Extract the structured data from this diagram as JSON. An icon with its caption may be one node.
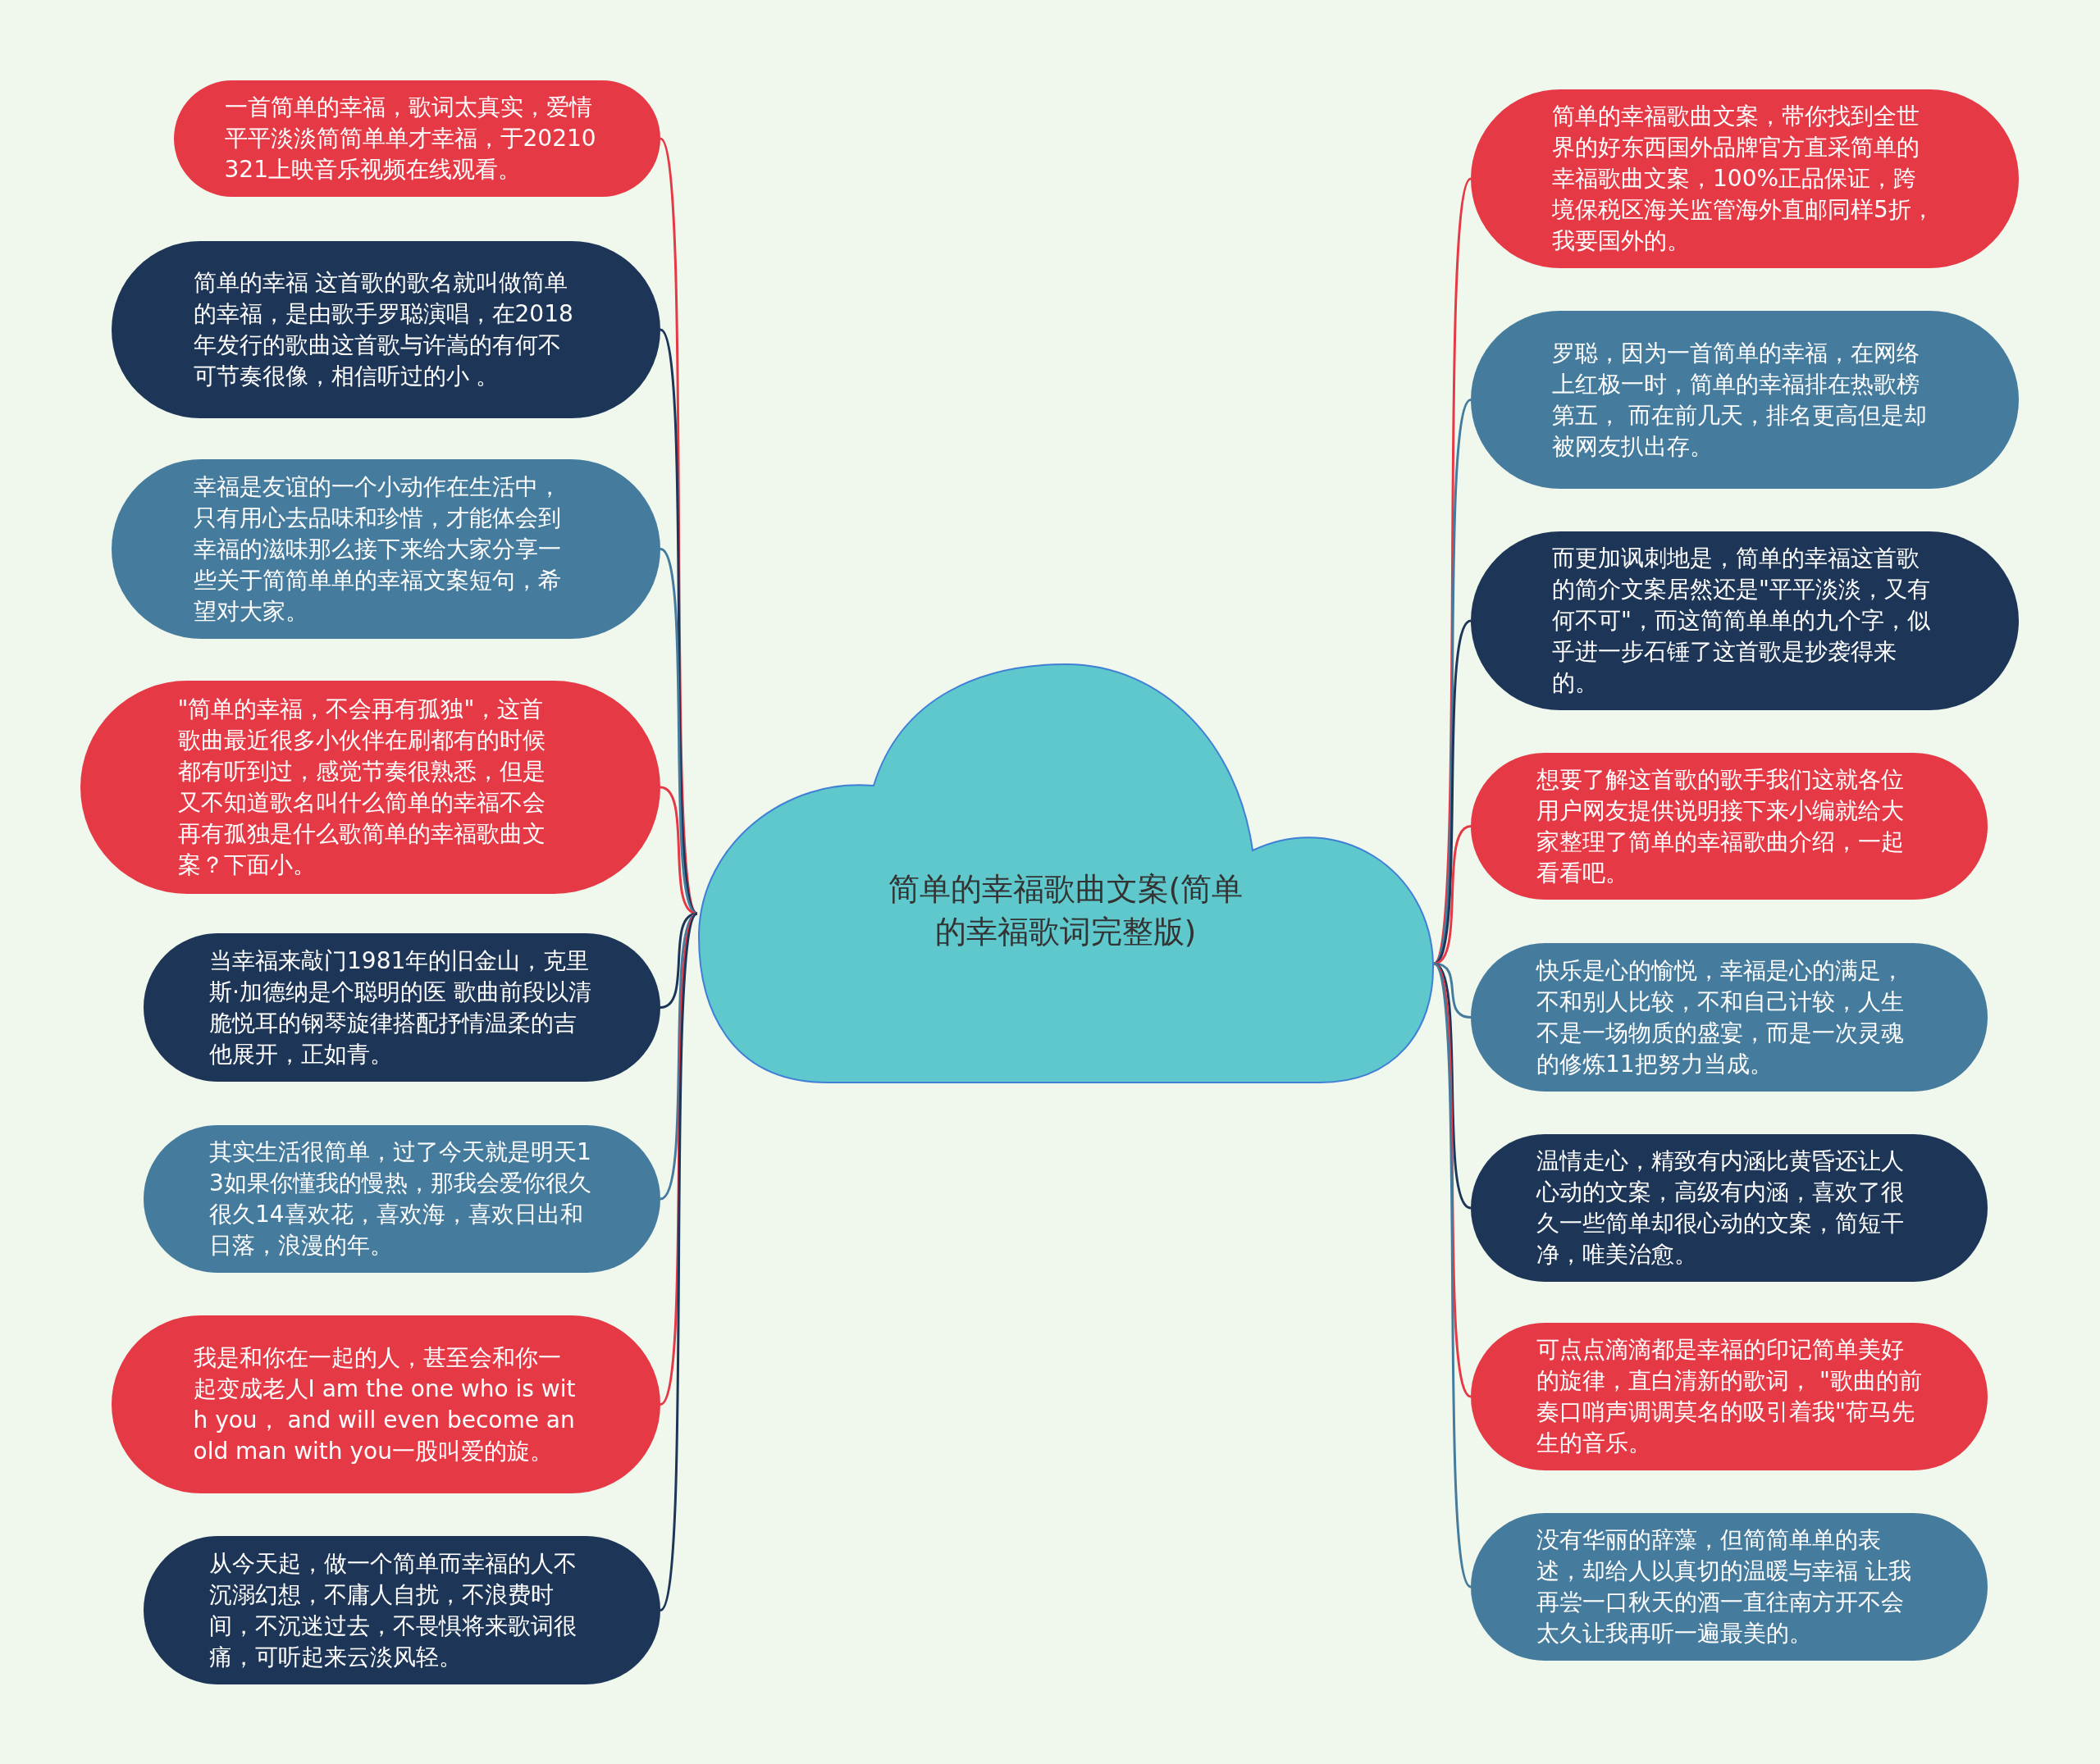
{
  "diagram": {
    "nodes": [
      {
        "text": [
          "简单的幸福歌曲文案(简单的幸福歌词完整版)"
        ]
      },
      {
        "text": [
          "一首简单的幸福，歌词太真实，爱情平平淡淡简简单单才幸福，于20210321上映音乐视频在线观看。"
        ]
      },
      {
        "text": [
          "简单的幸福 这首歌的歌名就叫做简单的幸福，是由歌手罗聪演唱，在2018年发行的歌曲这首歌与许嵩的有何不可节奏很像，相信听过的小 。"
        ]
      },
      {
        "text": [
          "幸福是友谊的一个小动作在生活中，只有用心去品味和珍惜，才能体会到幸福的滋味那么接下来给大家分享一些关于简简单单的幸福文案短句，希望对大家。"
        ]
      },
      {
        "text": [
          "\"简单的幸福，不会再有孤独\"，这首歌曲最近很多小伙伴在刷都有的时候都有听到过，感觉节奏很熟悉，但是又不知道歌名叫什么简单的幸福不会再有孤独是什么歌简单的幸福歌曲文案？下面小。"
        ]
      },
      {
        "text": [
          "当幸福来敲门1981年的旧金山，克里斯·加德纳是个聪明的医 歌曲前段以清脆悦耳的钢琴旋律搭配抒情温柔的吉他展开，正如青。"
        ]
      },
      {
        "text": [
          "其实生活很简单，过了今天就是明天13如果你懂我的慢热，那我会爱你很久很久14喜欢花，喜欢海，喜欢日出和日落，浪漫的年。"
        ]
      },
      {
        "text": [
          "我是和你在一起的人，甚至会和你一起变成老人I am the one who is  with you， and will even become an old man with you一股叫爱的旋。"
        ]
      },
      {
        "text": [
          "从今天起，做一个简单而幸福的人不沉溺幻想，不庸人自扰，不浪费时间，不沉迷过去，不畏惧将来歌词很痛，可听起来云淡风轻。"
        ]
      },
      {
        "text": [
          "简单的幸福歌曲文案，带你找到全世界的好东西国外品牌官方直采简单的幸福歌曲文案，100%正品保证，跨境保税区海关监管海外直邮同样5折，我要国外的。"
        ]
      },
      {
        "text": [
          "罗聪，因为一首简单的幸福，在网络上红极一时，简单的幸福排在热歌榜第五， 而在前几天，排名更高但是却被网友扒出存。"
        ]
      },
      {
        "text": [
          "而更加讽刺地是，简单的幸福这首歌的简介文案居然还是\"平平淡淡，又有何不可\"，而这简简单单的九个字，似乎进一步石锤了这首歌是抄袭得来的。"
        ]
      },
      {
        "text": [
          "想要了解这首歌的歌手我们这就各位用户网友提供说明接下来小编就给大家整理了简单的幸福歌曲介绍，一起看看吧。"
        ]
      },
      {
        "text": [
          "快乐是心的愉悦，幸福是心的满足，不和别人比较，不和自己计较，人生不是一场物质的盛宴，而是一次灵魂的修炼11把努力当成。"
        ]
      },
      {
        "text": [
          "温情走心，精致有内涵比黄昏还让人心动的文案，高级有内涵，喜欢了很久一些简单却很心动的文案，简短干净，唯美治愈。"
        ]
      },
      {
        "text": [
          "可点点滴滴都是幸福的印记简单美好的旋律，直白清新的歌词， \"歌曲的前奏口哨声调调莫名的吸引着我\"荷马先生的音乐。"
        ]
      },
      {
        "text": [
          "没有华丽的辞藻，但简简单单的表述，却给人以真切的温暖与幸福 让我再尝一口秋天的酒一直往南方开不会太久让我再听一遍最美的。"
        ]
      }
    ],
    "edges": [
      {
        "from": 0,
        "to": 1,
        "arrow": "none",
        "color": "#e63946"
      },
      {
        "from": 0,
        "to": 2,
        "arrow": "none",
        "color": "#1d3557"
      },
      {
        "from": 0,
        "to": 3,
        "arrow": "none",
        "color": "#457b9d"
      },
      {
        "from": 0,
        "to": 4,
        "arrow": "none",
        "color": "#e63946"
      },
      {
        "from": 0,
        "to": 5,
        "arrow": "none",
        "color": "#1d3557"
      },
      {
        "from": 0,
        "to": 6,
        "arrow": "none",
        "color": "#457b9d"
      },
      {
        "from": 0,
        "to": 7,
        "arrow": "none",
        "color": "#e63946"
      },
      {
        "from": 0,
        "to": 8,
        "arrow": "none",
        "color": "#1d3557"
      },
      {
        "from": 0,
        "to": 9,
        "arrow": "none",
        "color": "#e63946"
      },
      {
        "from": 0,
        "to": 10,
        "arrow": "none",
        "color": "#457b9d"
      },
      {
        "from": 0,
        "to": 11,
        "arrow": "none",
        "color": "#1d3557"
      },
      {
        "from": 0,
        "to": 12,
        "arrow": "none",
        "color": "#e63946"
      },
      {
        "from": 0,
        "to": 13,
        "arrow": "none",
        "color": "#457b9d"
      },
      {
        "from": 0,
        "to": 14,
        "arrow": "none",
        "color": "#1d3557"
      },
      {
        "from": 0,
        "to": 15,
        "arrow": "none",
        "color": "#e63946"
      },
      {
        "from": 0,
        "to": 16,
        "arrow": "none",
        "color": "#457b9d"
      }
    ]
  }
}
